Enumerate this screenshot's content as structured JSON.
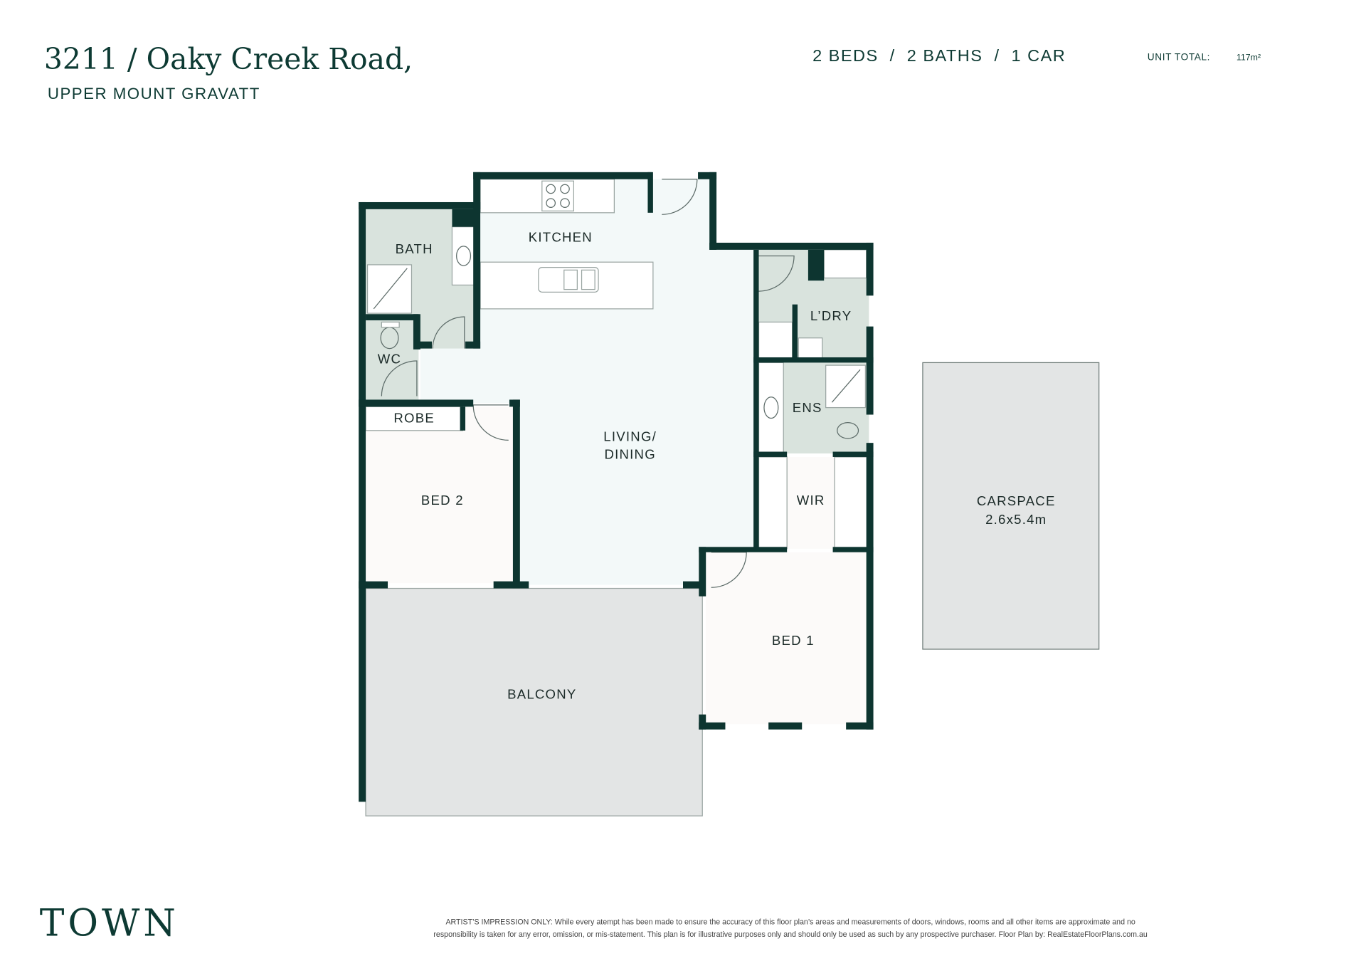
{
  "header": {
    "title": "3211 / Oaky Creek Road,",
    "suburb": "UPPER MOUNT GRAVATT",
    "summary": "2 BEDS  /  2 BATHS  /  1 CAR",
    "unit_total_label": "UNIT TOTAL:",
    "unit_total_value": "117m²"
  },
  "rooms": {
    "kitchen": "KITCHEN",
    "bath": "BATH",
    "wc": "WC",
    "robe": "ROBE",
    "bed2": "BED 2",
    "living_line1": "LIVING/",
    "living_line2": "DINING",
    "laundry": "L’DRY",
    "ensuite": "ENS",
    "wir": "WIR",
    "bed1": "BED 1",
    "balcony": "BALCONY",
    "carspace": "CARSPACE",
    "carspace_size": "2.6x5.4m"
  },
  "footer": {
    "logo": "TOWN",
    "disclaimer_line1": "ARTIST’S IMPRESSION ONLY: While every atempt has been made to ensure the accuracy of this floor plan’s areas and measurements of doors, windows, rooms and all other items are approximate and no",
    "disclaimer_line2": "responsibility is taken for any error, omission, or mis-statement. This plan is for illustrative purposes only and should only be used as such by any prospective purchaser. Floor Plan by: RealEstateFloorPlans.com.au"
  },
  "colors": {
    "wall": "#0d3530",
    "wet_area": "#d9e3dd",
    "living": "#f3f9f9",
    "bedroom": "#fcfaf9",
    "outdoor": "#e3e5e5"
  }
}
